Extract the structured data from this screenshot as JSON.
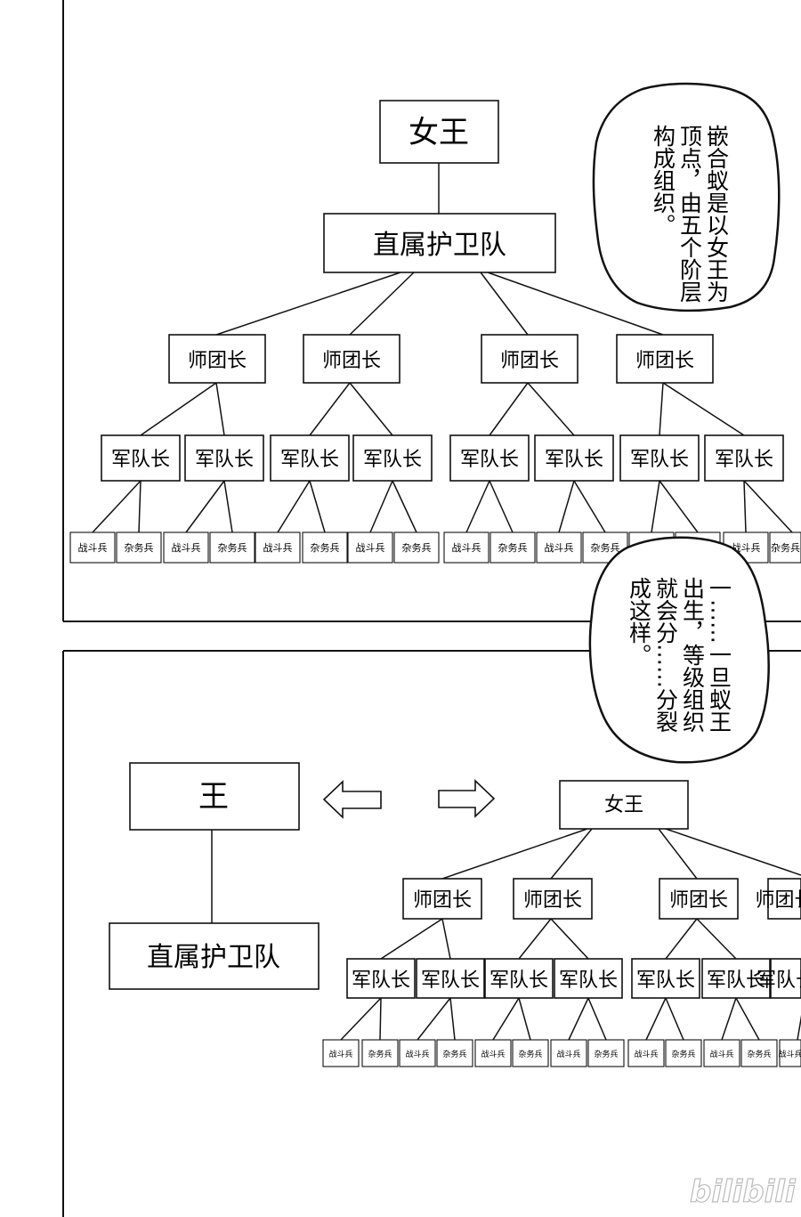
{
  "top_panel": {
    "queen": "女王",
    "royal_guard": "直属护卫队",
    "division_commander": "师团长",
    "squad_leader": "军队长",
    "combat_soldier": "战斗兵",
    "chores_soldier": "杂务兵",
    "bubble_lines": [
      "嵌合蚁是以女王为",
      "顶点，由五个阶层",
      "构成组织。"
    ]
  },
  "bottom_panel": {
    "king": "王",
    "king_guard": "直属护卫队",
    "queen": "女王",
    "division_commander": "师团长",
    "squad_leader": "军队长",
    "combat_soldier": "战斗兵",
    "chores_soldier": "杂务兵",
    "bubble_lines": [
      "一……一旦蚁王",
      "出生，等级组织",
      "就会分……分裂",
      "成这样。"
    ]
  },
  "watermark": "bilibili"
}
